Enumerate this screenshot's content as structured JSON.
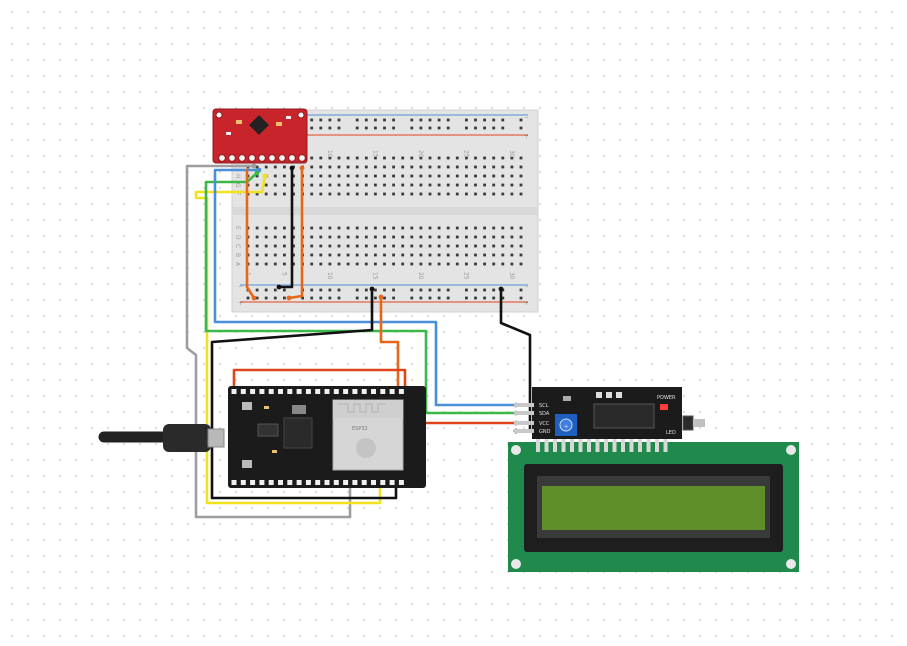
{
  "colors": {
    "wire_black": "#111111",
    "wire_orange": "#e8661a",
    "wire_red": "#e0441b",
    "wire_blue": "#4a90d9",
    "wire_green": "#3cb84a",
    "wire_yellow": "#f2e21c",
    "wire_gray": "#9e9e9e",
    "breadboard": "#e6e6e6",
    "sensor_board": "#c8242b",
    "esp32_board": "#1b1b1b",
    "lcd_pcb": "#1f8a4c",
    "lcd_screen": "#5f8f2a",
    "i2c_pot": "#1f5fbf"
  },
  "breadboard": {
    "col_numbers": [
      "1",
      "5",
      "10",
      "15",
      "20",
      "25",
      "30"
    ],
    "row_letters_top": [
      "J",
      "I",
      "H",
      "G",
      "F"
    ],
    "row_letters_bottom": [
      "E",
      "D",
      "C",
      "B",
      "A"
    ],
    "rail_plus": "+",
    "rail_minus": "−"
  },
  "i2c_adapter": {
    "pin_labels": [
      "SCL",
      "SDA",
      "VCC",
      "GND"
    ],
    "power_label": "POWER",
    "led_label": "LED"
  },
  "esp32": {
    "module_logo": "ESP32"
  },
  "usb_cable": {}
}
